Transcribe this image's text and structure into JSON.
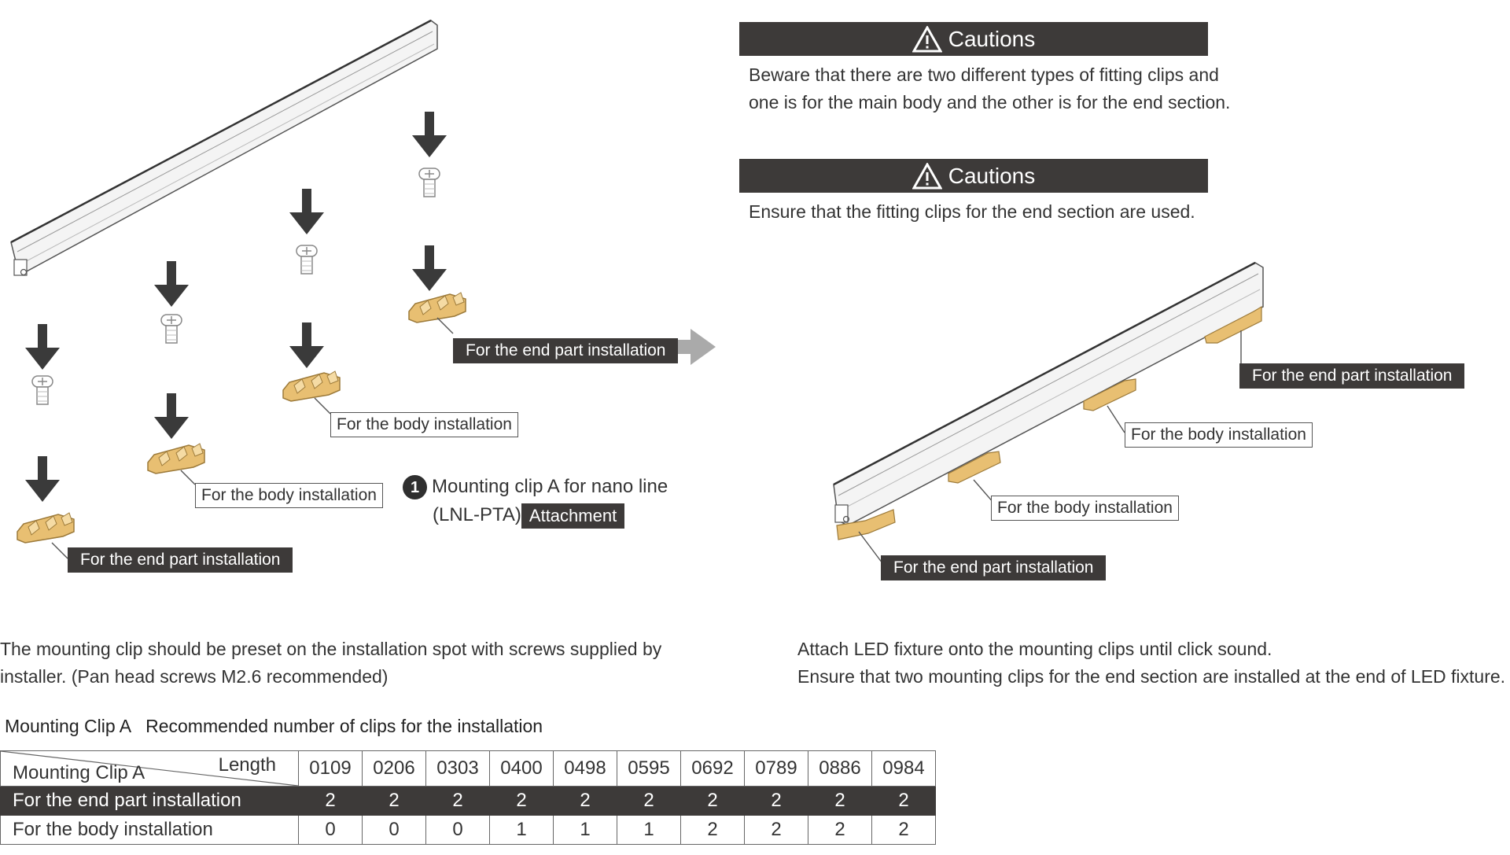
{
  "labels": {
    "end_part": "For the end part installation",
    "body": "For the body installation"
  },
  "clip_caption": {
    "number": "1",
    "line1": "Mounting clip A for nano line",
    "line2": "(LNL-PTA)",
    "badge": "Attachment"
  },
  "cautions": [
    {
      "title": "Cautions",
      "lines": [
        "Beware that there are two different types of fitting clips and",
        "one is for the main body and the other is for the end section."
      ]
    },
    {
      "title": "Cautions",
      "lines": [
        "Ensure that the fitting clips for the end section are used."
      ]
    }
  ],
  "left_instruction": [
    "The mounting clip should be preset on the installation spot with screws supplied by",
    "installer. (Pan head screws M2.6 recommended)"
  ],
  "right_instruction": [
    "Attach LED fixture onto the mounting clips until click sound.",
    "Ensure that two mounting clips for the end section are installed at the end of LED fixture."
  ],
  "table": {
    "title_left": "Mounting Clip A",
    "title_right": "Recommended number of clips for the installation",
    "header_length": "Length",
    "header_clip": "Mounting Clip A",
    "lengths": [
      "0109",
      "0206",
      "0303",
      "0400",
      "0498",
      "0595",
      "0692",
      "0789",
      "0886",
      "0984"
    ],
    "rows": [
      {
        "label": "For the end part installation",
        "values": [
          "2",
          "2",
          "2",
          "2",
          "2",
          "2",
          "2",
          "2",
          "2",
          "2"
        ]
      },
      {
        "label": "For the body installation",
        "values": [
          "0",
          "0",
          "0",
          "1",
          "1",
          "1",
          "2",
          "2",
          "2",
          "2"
        ]
      }
    ]
  },
  "colors": {
    "dark_label": "#3d3a39",
    "clip_gold": "#e8bf72",
    "arrow": "#3a3a3a",
    "next_arrow": "#aaaaaa"
  },
  "icons": [
    "warning-icon",
    "down-arrow-icon",
    "screw-icon",
    "mounting-clip-icon",
    "next-step-arrow-icon"
  ]
}
